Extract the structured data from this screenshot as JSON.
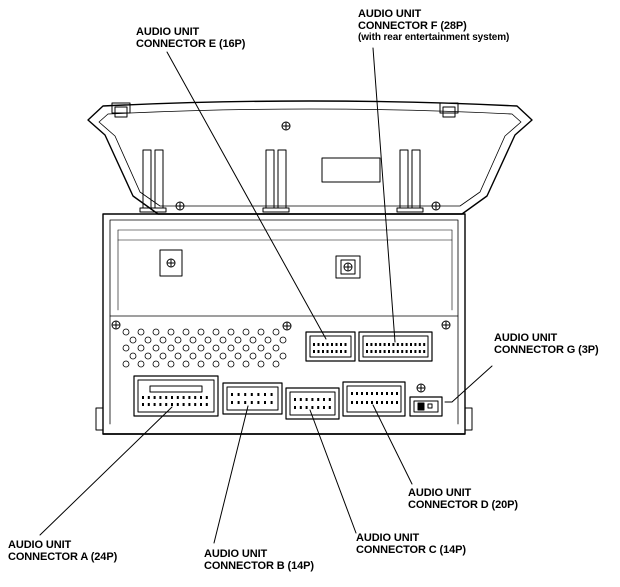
{
  "labels": {
    "connector_e": {
      "line1": "AUDIO UNIT",
      "line2": "CONNECTOR E (16P)"
    },
    "connector_f": {
      "line1": "AUDIO UNIT",
      "line2": "CONNECTOR F (28P)",
      "line3": "(with rear entertainment system)"
    },
    "connector_g": {
      "line1": "AUDIO UNIT",
      "line2": "CONNECTOR G (3P)"
    },
    "connector_d": {
      "line1": "AUDIO UNIT",
      "line2": "CONNECTOR D (20P)"
    },
    "connector_a": {
      "line1": "AUDIO UNIT",
      "line2": "CONNECTOR A (24P)"
    },
    "connector_b": {
      "line1": "AUDIO UNIT",
      "line2": "CONNECTOR B (14P)"
    },
    "connector_c": {
      "line1": "AUDIO UNIT",
      "line2": "CONNECTOR C (14P)"
    }
  },
  "colors": {
    "line": "#000000",
    "background": "#ffffff"
  }
}
